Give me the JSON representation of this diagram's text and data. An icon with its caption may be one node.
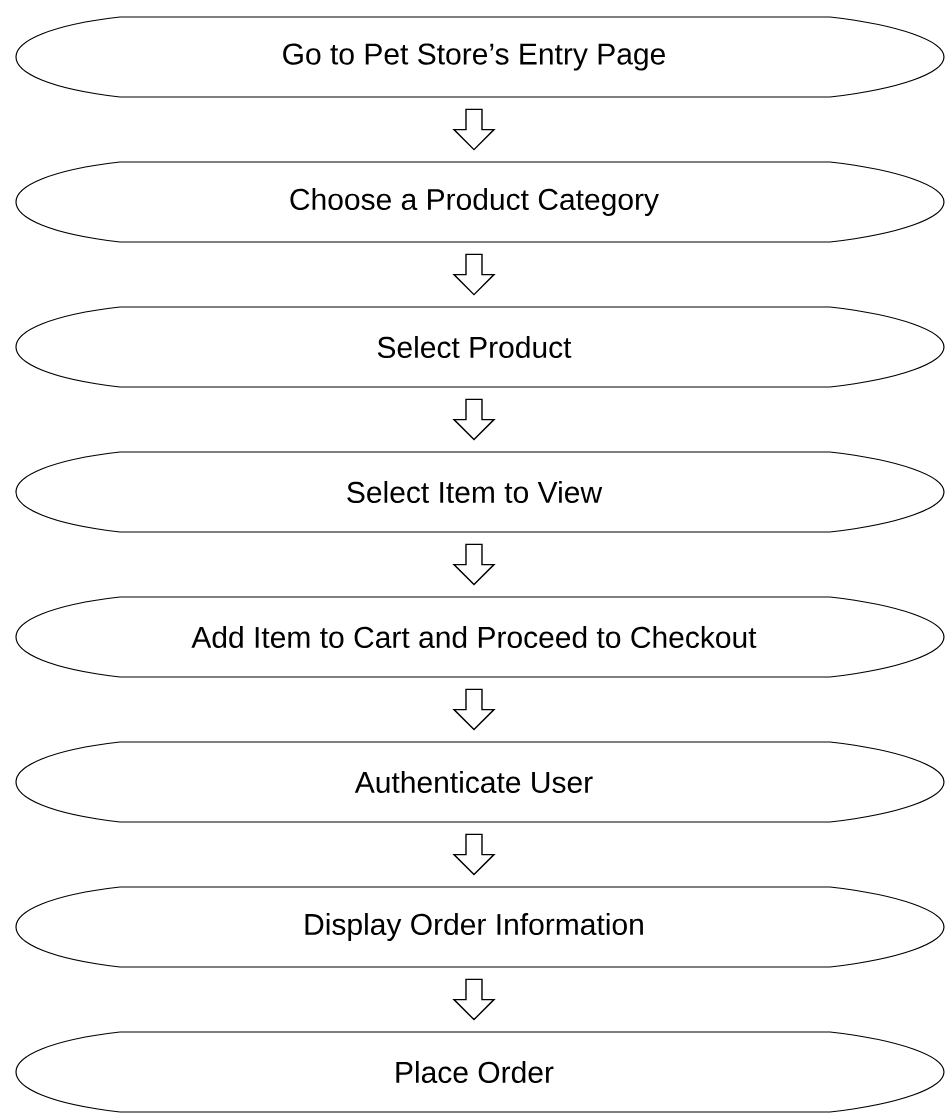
{
  "diagram": {
    "nodes": [
      {
        "text": [
          "Go to Pet Store’s Entry Page"
        ]
      },
      {
        "text": [
          "Choose a Product Category"
        ]
      },
      {
        "text": [
          "Select Product"
        ]
      },
      {
        "text": [
          "Select Item to View"
        ]
      },
      {
        "text": [
          "Add Item to Cart and Proceed to Checkout"
        ]
      },
      {
        "text": [
          "Authenticate User"
        ]
      },
      {
        "text": [
          "Display Order Information"
        ]
      },
      {
        "text": [
          "Place Order"
        ]
      }
    ],
    "edges": [
      {
        "from": 0,
        "to": 1,
        "arrow": "to"
      },
      {
        "from": 1,
        "to": 2,
        "arrow": "to"
      },
      {
        "from": 2,
        "to": 3,
        "arrow": "to"
      },
      {
        "from": 3,
        "to": 4,
        "arrow": "to"
      },
      {
        "from": 4,
        "to": 5,
        "arrow": "to"
      },
      {
        "from": 5,
        "to": 6,
        "arrow": "to"
      },
      {
        "from": 6,
        "to": 7,
        "arrow": "to"
      }
    ]
  }
}
